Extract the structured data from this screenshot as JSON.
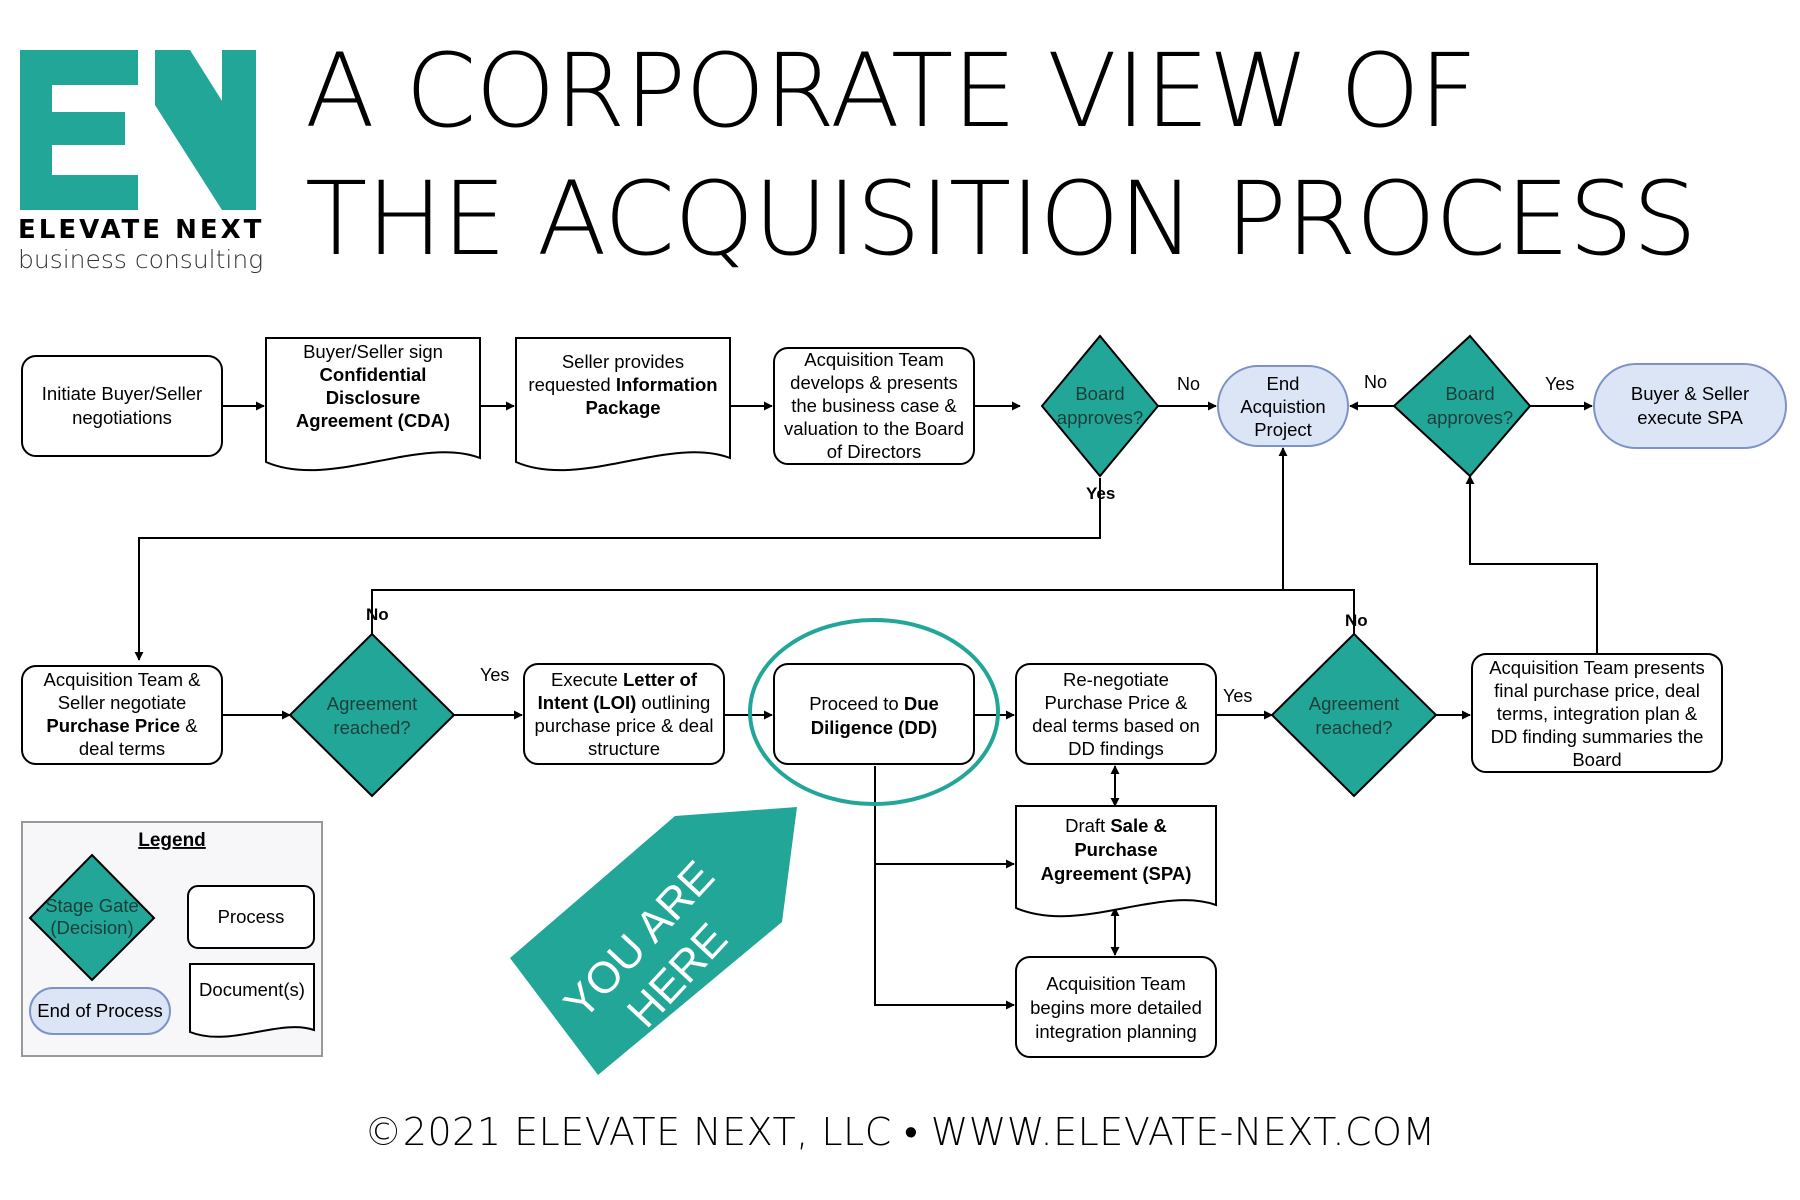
{
  "brand": {
    "logo_letters": "EN",
    "name": "ELEVATE NEXT",
    "tagline": "business consulting",
    "teal": "#22a698"
  },
  "title": {
    "line1": "A CORPORATE VIEW OF",
    "line2": "THE ACQUISITION PROCESS"
  },
  "nodes": {
    "initiate": [
      "Initiate Buyer/Seller",
      "negotiations"
    ],
    "cda": [
      [
        "Buyer/Seller sign"
      ],
      [
        "**Confidential"
      ],
      [
        "**Disclosure"
      ],
      [
        "**Agreement (CDA)"
      ]
    ],
    "info_package": [
      [
        "Seller provides"
      ],
      [
        "requested ",
        "**Information"
      ],
      [
        "**Package"
      ]
    ],
    "business_case": [
      "Acquisition Team",
      "develops & presents",
      "the business case &",
      "valuation to the Board",
      "of Directors"
    ],
    "board1": [
      "Board",
      "approves?"
    ],
    "end_project": [
      "End",
      "Acquistion",
      "Project"
    ],
    "board2": [
      "Board",
      "approves?"
    ],
    "execute_spa": [
      "Buyer & Seller",
      "execute SPA"
    ],
    "negotiate": [
      [
        "Acquisition Team &"
      ],
      [
        "Seller negotiate"
      ],
      [
        "**Purchase Price",
        " &"
      ],
      [
        "deal terms"
      ]
    ],
    "agreement1": [
      "Agreement",
      "reached?"
    ],
    "loi": [
      [
        "Execute ",
        "**Letter of"
      ],
      [
        "**Intent (LOI)",
        " outlining"
      ],
      [
        "purchase price & deal"
      ],
      [
        "structure"
      ]
    ],
    "due_diligence": [
      [
        "Proceed to ",
        "**Due"
      ],
      [
        "**Diligence (DD)"
      ]
    ],
    "renegotiate": [
      "Re-negotiate",
      "Purchase Price &",
      "deal terms based on",
      "DD findings"
    ],
    "agreement2": [
      "Agreement",
      "reached?"
    ],
    "final_present": [
      "Acquisition Team presents",
      "final purchase price, deal",
      "terms, integration plan &",
      "DD finding summaries the",
      "Board"
    ],
    "draft_spa": [
      [
        "Draft ",
        "**Sale &"
      ],
      [
        "**Purchase"
      ],
      [
        "**Agreement (SPA)"
      ]
    ],
    "integration": [
      "Acquisition Team",
      "begins more detailed",
      "integration planning"
    ]
  },
  "edge_labels": {
    "board1_no": "No",
    "board1_yes": "Yes",
    "board2_no": "No",
    "board2_yes": "Yes",
    "agreement1_yes": "Yes",
    "agreement1_no": "No",
    "agreement2_yes": "Yes",
    "agreement2_no": "No"
  },
  "callout": [
    "YOU ARE",
    "HERE"
  ],
  "legend": {
    "title": "Legend",
    "stage_gate": [
      "Stage Gate",
      "(Decision)"
    ],
    "process": "Process",
    "end": "End of Process",
    "document": "Document(s)"
  },
  "footer": "©2021 ELEVATE NEXT, LLC • WWW.ELEVATE-NEXT.COM",
  "colors": {
    "teal": "#22a698",
    "terminal_fill": "#dbe5f6",
    "terminal_stroke": "#7c93c8",
    "legend_bg": "#f7f7fa"
  }
}
